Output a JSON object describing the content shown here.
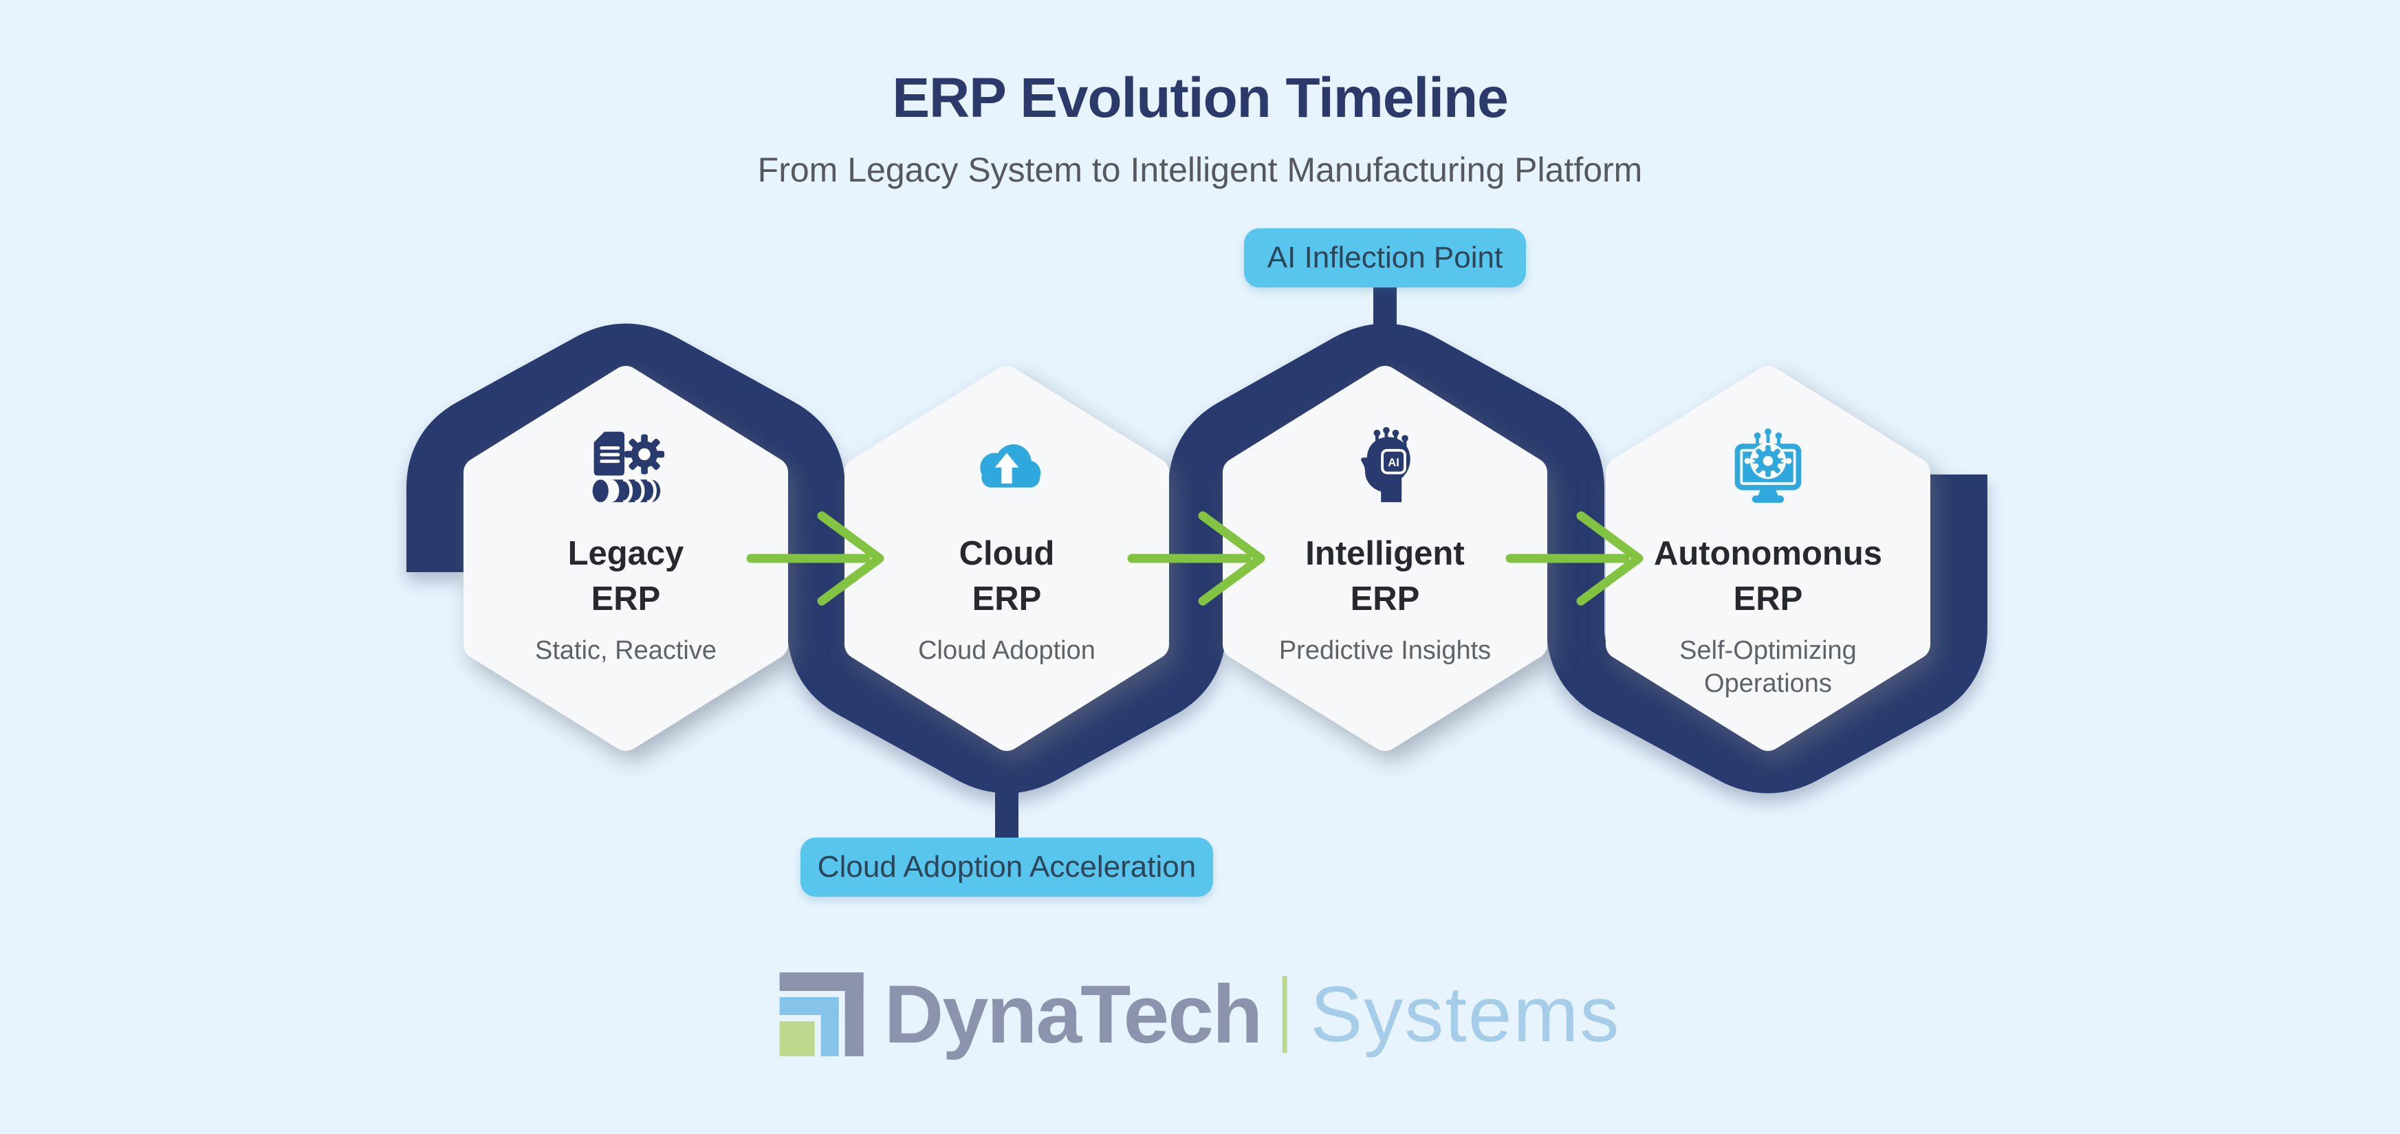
{
  "header": {
    "title": "ERP Evolution Timeline",
    "subtitle": "From Legacy System to Intelligent Manufacturing Platform"
  },
  "stages": [
    {
      "name_line1": "Legacy",
      "name_line2": "ERP",
      "description": "Static, Reactive",
      "icon": "document-gear-database-icon"
    },
    {
      "name_line1": "Cloud",
      "name_line2": "ERP",
      "description": "Cloud Adoption",
      "icon": "cloud-upload-icon"
    },
    {
      "name_line1": "Intelligent",
      "name_line2": "ERP",
      "description": "Predictive Insights",
      "icon": "ai-head-icon",
      "icon_chip_text": "AI"
    },
    {
      "name_line1": "Autonomonus",
      "name_line2": "ERP",
      "description": "Self-Optimizing Operations",
      "icon": "automated-monitor-gear-icon"
    }
  ],
  "callouts": [
    {
      "label": "AI Inflection Point",
      "position": "top",
      "attached_to": "Intelligent ERP"
    },
    {
      "label": "Cloud Adoption Acceleration",
      "position": "bottom",
      "attached_to": "Cloud ERP"
    }
  ],
  "logo": {
    "brand": "DynaTech",
    "suffix": "Systems"
  },
  "theme": {
    "background": "#E7F4FD",
    "navy": "#293A6E",
    "sky_blue": "#57C5EC",
    "arrow_green": "#82C341",
    "icon_blue": "#2FA8DE",
    "hex_fill": "#F7F8F9",
    "title_navy": "#2B3A6B",
    "subtitle_gray": "#55595F",
    "stage_text": "#26292E",
    "stage_desc_gray": "#5E6368",
    "callout_text": "#2E4559",
    "logo_gray": "#8B93AD",
    "logo_light_blue": "#A5CDE9",
    "logo_green": "#BCD98E"
  }
}
